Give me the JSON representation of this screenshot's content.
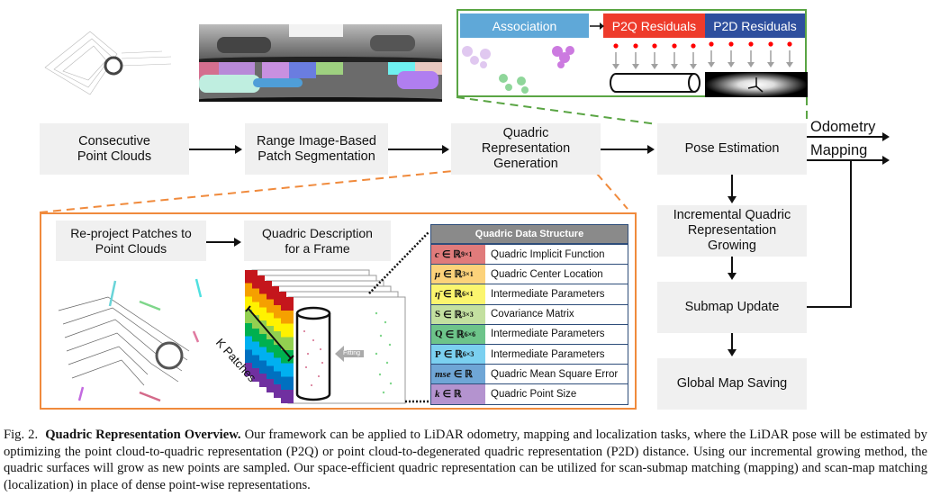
{
  "pipeline": {
    "consecutive_point_clouds": "Consecutive\nPoint Clouds",
    "range_image_segmentation": "Range Image-Based\nPatch Segmentation",
    "quadric_generation": "Quadric\nRepresentation\nGeneration",
    "pose_estimation": "Pose Estimation",
    "incremental_growing": "Incremental Quadric\nRepresentation\nGrowing",
    "submap_update": "Submap Update",
    "global_map_saving": "Global Map Saving",
    "output_odometry": "Odometry",
    "output_mapping": "Mapping"
  },
  "pose_detail": {
    "association": "Association",
    "p2q_residuals": "P2Q Residuals",
    "p2d_residuals": "P2D Residuals",
    "colors": {
      "association": "#5fa8d8",
      "p2q": "#ee3b2b",
      "p2d": "#2e4f9e",
      "frame": "#5aa544"
    }
  },
  "quadric_detail": {
    "reproject": "Re-project Patches to\nPoint Clouds",
    "description": "Quadric Description\nfor a Frame",
    "k_patches": "K Patches",
    "fitting": "Fitting",
    "frame_color": "#f08a3c"
  },
  "data_structure": {
    "title": "Quadric Data Structure",
    "rows": [
      {
        "symbol": "c",
        "space": "∈ ℝ",
        "dims": "9×1",
        "description": "Quadric Implicit Function",
        "color": "#e07b7b"
      },
      {
        "symbol": "μ",
        "space": "∈ ℝ",
        "dims": "3×1",
        "description": "Quadric Center Location",
        "color": "#fcd27a"
      },
      {
        "symbol": "η̄",
        "space": "∈ ℝ",
        "dims": "6×1",
        "description": "Intermediate Parameters",
        "color": "#fbf56e"
      },
      {
        "symbol": "S",
        "space": "∈ ℝ",
        "dims": "3×3",
        "description": "Covariance Matrix",
        "color": "#c3e0a0"
      },
      {
        "symbol": "Q",
        "space": "∈ ℝ",
        "dims": "6×6",
        "description": "Intermediate Parameters",
        "color": "#6dc48a"
      },
      {
        "symbol": "P",
        "space": "∈ ℝ",
        "dims": "6×3",
        "description": "Intermediate Parameters",
        "color": "#7bd0f0"
      },
      {
        "symbol": "mse",
        "space": "∈ ℝ",
        "dims": "",
        "description": "Quadric Mean Square Error",
        "color": "#6fa6d6"
      },
      {
        "symbol": "k",
        "space": "∈ ℝ",
        "dims": "",
        "description": "Quadric Point Size",
        "color": "#b493cf"
      }
    ]
  },
  "caption": {
    "label": "Fig. 2.",
    "title": "Quadric Representation Overview.",
    "body": "Our framework can be applied to LiDAR odometry, mapping and localization tasks, where the LiDAR pose will be estimated by optimizing the point cloud-to-quadric representation (P2Q) or point cloud-to-degenerated quadric representation (P2D) distance. Using our incremental growing method, the quadric surfaces will grow as new points are sampled. Our space-efficient quadric representation can be utilized for scan-submap matching (mapping) and scan-map matching (localization) in place of dense point-wise representations."
  }
}
